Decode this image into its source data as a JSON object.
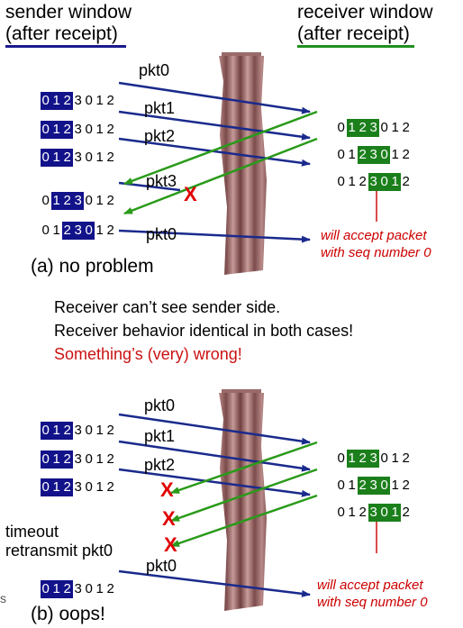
{
  "headers": {
    "sender_line1": "sender window",
    "sender_line2": "(after receipt)",
    "receiver_line1": "receiver window",
    "receiver_line2": "(after receipt)"
  },
  "colors": {
    "sender_window": "#12128a",
    "receiver_window": "#1b7f1b",
    "arrow_blue": "#1a2a8c",
    "arrow_green": "#2a9a1a",
    "loss_mark": "#e00000",
    "note_red": "#cc0000"
  },
  "scenario_a": {
    "caption": "(a) no problem",
    "packets": [
      "pkt0",
      "pkt1",
      "pkt2",
      "pkt3",
      "pkt0"
    ],
    "loss_mark": "X",
    "note_line1": "will accept packet",
    "note_line2": "with seq number 0"
  },
  "middle": {
    "line1": "Receiver can’t see sender side.",
    "line2": "Receiver behavior identical in both cases!",
    "line3": "Something’s (very) wrong!"
  },
  "scenario_b": {
    "caption": "(b) oops!",
    "packets": [
      "pkt0",
      "pkt1",
      "pkt2",
      "pkt0"
    ],
    "loss_mark": "X",
    "timeout_label": "timeout",
    "retransmit_label": "retransmit pkt0",
    "note_line1": "will accept packet",
    "note_line2": "with seq number 0",
    "edge_letter": "s"
  },
  "digits": [
    "0",
    "1",
    "2",
    "3"
  ]
}
